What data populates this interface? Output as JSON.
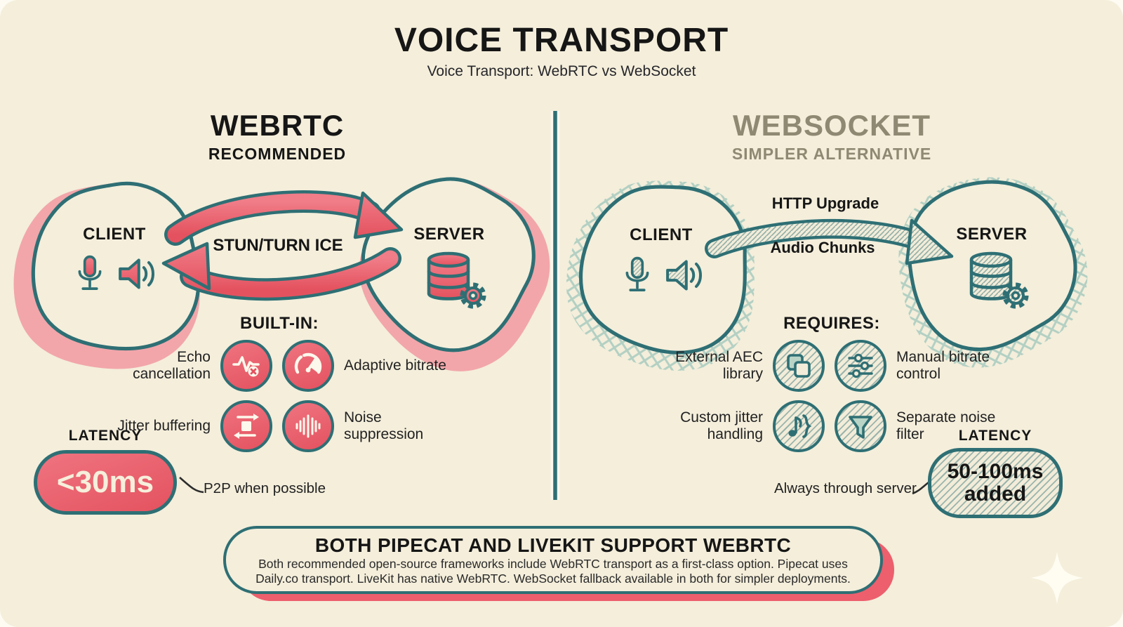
{
  "page": {
    "title": "VOICE TRANSPORT",
    "subtitle": "Voice Transport: WebRTC vs WebSocket"
  },
  "colors": {
    "background": "#f4eedb",
    "teal": "#2e6f74",
    "pink": "#e8606b",
    "pink_halo": "#f2a9ab",
    "taupe": "#8f8872",
    "ink": "#161616"
  },
  "webrtc": {
    "heading": "WEBRTC",
    "subheading": "RECOMMENDED",
    "client_label": "CLIENT",
    "server_label": "SERVER",
    "arrow_label": "STUN/TURN ICE",
    "features_heading": "BUILT-IN:",
    "features": [
      {
        "label": "Echo cancellation",
        "icon": "echo-cancellation-icon"
      },
      {
        "label": "Adaptive bitrate",
        "icon": "gauge-icon"
      },
      {
        "label": "Jitter buffering",
        "icon": "buffer-arrows-icon"
      },
      {
        "label": "Noise suppression",
        "icon": "waveform-bars-icon"
      }
    ],
    "latency_label": "LATENCY",
    "latency_value": "<30ms",
    "latency_note": "P2P when possible"
  },
  "websocket": {
    "heading": "WEBSOCKET",
    "subheading": "SIMPLER ALTERNATIVE",
    "client_label": "CLIENT",
    "server_label": "SERVER",
    "arrow_label_top": "HTTP Upgrade",
    "arrow_label_bottom": "Audio Chunks",
    "features_heading": "REQUIRES:",
    "features": [
      {
        "label": "External AEC library",
        "icon": "copy-squares-icon"
      },
      {
        "label": "Manual bitrate control",
        "icon": "sliders-icon"
      },
      {
        "label": "Custom jitter handling",
        "icon": "music-note-icon"
      },
      {
        "label": "Separate noise filter",
        "icon": "funnel-icon"
      }
    ],
    "latency_label": "LATENCY",
    "latency_value_line1": "50-100ms",
    "latency_value_line2": "added",
    "latency_note": "Always through server"
  },
  "footer": {
    "title": "BOTH PIPECAT AND LIVEKIT SUPPORT WEBRTC",
    "line1": "Both recommended open-source frameworks include WebRTC transport as a first-class option. Pipecat uses",
    "line2": "Daily.co transport. LiveKit has native WebRTC. WebSocket fallback available in both for simpler deployments."
  }
}
